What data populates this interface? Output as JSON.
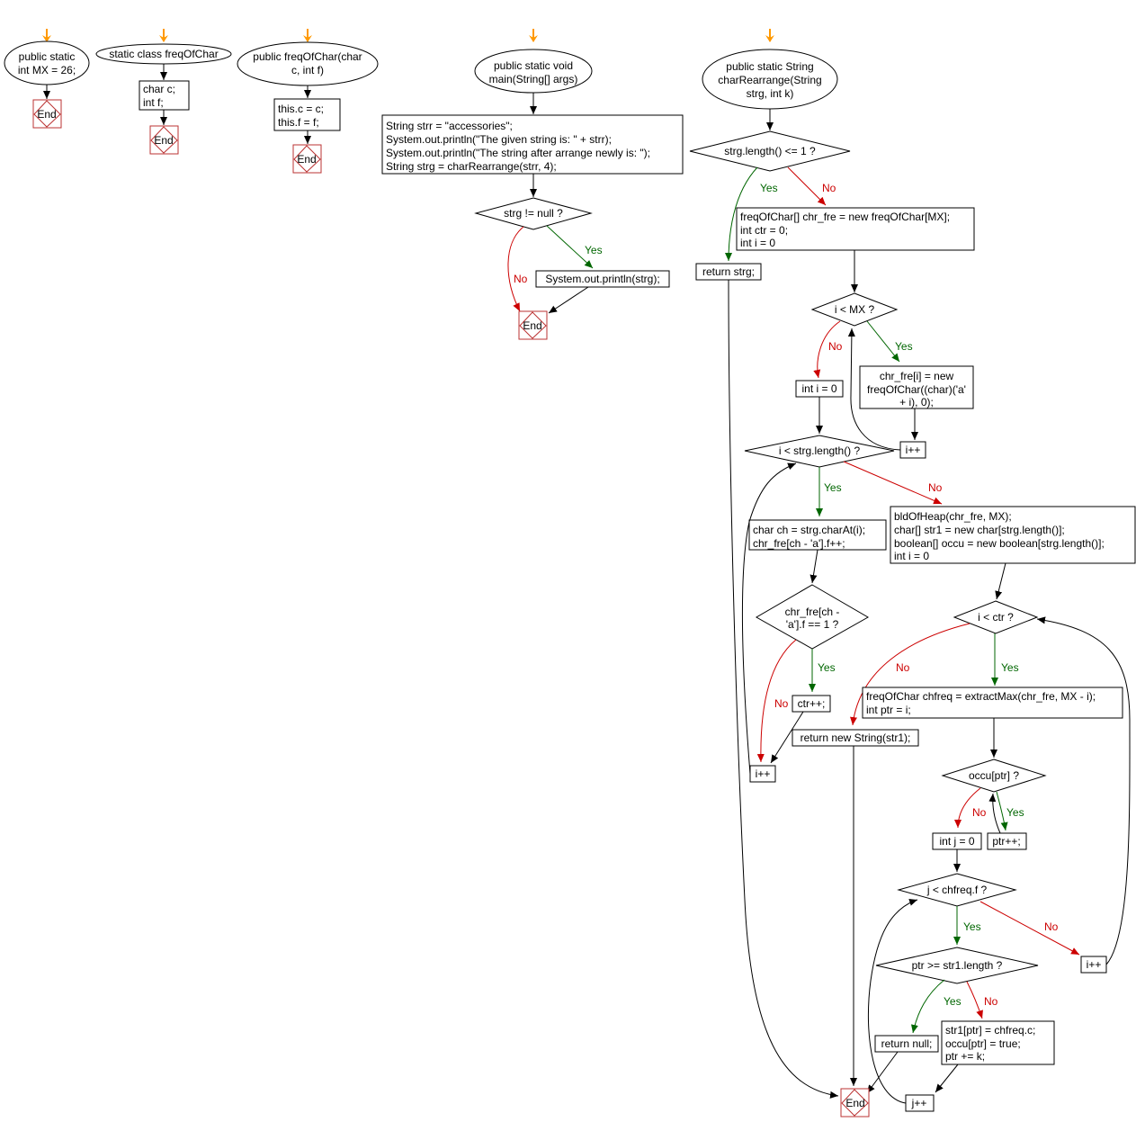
{
  "end_label": "End",
  "yes_label": "Yes",
  "no_label": "No",
  "mx": {
    "title": [
      "public static",
      "int MX = 26;"
    ]
  },
  "freq_class": {
    "title": "static class freqOfChar",
    "fields": [
      "char c;",
      "int f;"
    ]
  },
  "freq_ctor": {
    "title": [
      "public freqOfChar(char",
      "c, int f)"
    ],
    "body": [
      "this.c = c;",
      "this.f = f;"
    ]
  },
  "main": {
    "title": [
      "public static void",
      "main(String[] args)"
    ],
    "body": [
      "String strr = \"accessories\";",
      "System.out.println(\"The given string is: \" + strr);",
      "System.out.println(\"The string after arrange newly is: \");",
      "String strg = charRearrange(strr, 4);"
    ],
    "cond": "strg != null ?",
    "print": "System.out.println(strg);"
  },
  "rearrange": {
    "title": [
      "public static String",
      "charRearrange(String",
      "strg, int k)"
    ],
    "cond_len": "strg.length() <= 1 ?",
    "return_strg": "return strg;",
    "init": [
      "freqOfChar[] chr_fre = new freqOfChar[MX];",
      "int ctr = 0;",
      "int i = 0"
    ],
    "cond_mx": "i < MX ?",
    "chr_new": [
      "chr_fre[i] = new",
      "freqOfChar((char)('a'",
      "+ i), 0);"
    ],
    "inc_i": "i++",
    "reset_i": "int i = 0",
    "cond_strlen": "i < strg.length() ?",
    "char_at": [
      "char ch = strg.charAt(i);",
      "chr_fre[ch - 'a'].f++;"
    ],
    "cond_f1": [
      "chr_fre[ch -",
      "'a'].f == 1 ?"
    ],
    "ctr_inc": "ctr++;",
    "heap": [
      "bldOfHeap(chr_fre, MX);",
      "char[] str1 = new char[strg.length()];",
      "boolean[] occu = new boolean[strg.length()];",
      "int i = 0"
    ],
    "cond_ctr": "i < ctr ?",
    "extract": [
      "freqOfChar chfreq = extractMax(chr_fre, MX - i);",
      "int ptr = i;"
    ],
    "return_str1": "return new String(str1);",
    "cond_occu": "occu[ptr] ?",
    "ptr_inc": "ptr++;",
    "init_j": "int j = 0",
    "cond_j": "j < chfreq.f ?",
    "cond_ptr": "ptr >= str1.length ?",
    "return_null": "return null;",
    "assign": [
      "str1[ptr] = chfreq.c;",
      "occu[ptr] = true;",
      "ptr += k;"
    ],
    "j_inc": "j++"
  }
}
